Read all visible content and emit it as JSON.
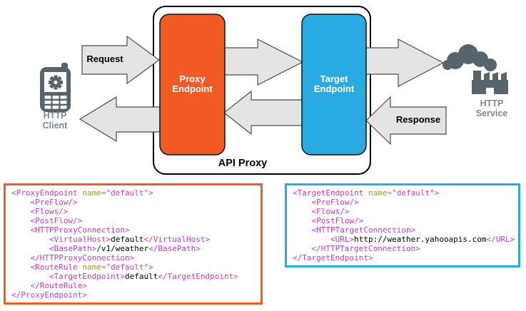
{
  "diagram": {
    "api_proxy_label": "API Proxy",
    "request_label": "Request",
    "response_label": "Response",
    "client_label": [
      "HTTP",
      "Client"
    ],
    "service_label": [
      "HTTP",
      "Service"
    ],
    "proxy_endpoint_label": [
      "Proxy",
      "Endpoint"
    ],
    "target_endpoint_label": [
      "Target",
      "Endpoint"
    ],
    "colors": {
      "proxy_endpoint": "#F15A24",
      "target_endpoint": "#29ABE2",
      "arrow_fill": "#E4E4E4",
      "arrow_stroke": "#4D4D4D",
      "container_stroke": "#000000",
      "icon": "#57646C",
      "icon_label": "#7E8890"
    }
  },
  "code_blocks": {
    "proxy": {
      "border_color": "#F15A24",
      "lines": [
        "<ProxyEndpoint name=\"default\">",
        "    <PreFlow/>",
        "    <Flows/>",
        "    <PostFlow/>",
        "    <HTTPProxyConnection>",
        "        <VirtualHost>default</VirtualHost>",
        "        <BasePath>/v1/weather</BasePath>",
        "    </HTTPProxyConnection>",
        "    <RouteRule name=\"default\">",
        "        <TargetEndpoint>default</TargetEndpoint>",
        "    </RouteRule>",
        "</ProxyEndpoint>"
      ]
    },
    "target": {
      "border_color": "#29ABE2",
      "lines": [
        "<TargetEndpoint name=\"default\">",
        "    <PreFlow/>",
        "    <Flows/>",
        "    <PostFlow/>",
        "    <HTTPTargetConnection>",
        "        <URL>http://weather.yahooapis.com</URL>",
        "    </HTTPTargetConnection>",
        "</TargetEndpoint>"
      ]
    }
  },
  "syntax_colors": {
    "tag": "#C73BC7",
    "attr": "#99992E",
    "value": "#CC3BCC",
    "text": "#000000"
  }
}
